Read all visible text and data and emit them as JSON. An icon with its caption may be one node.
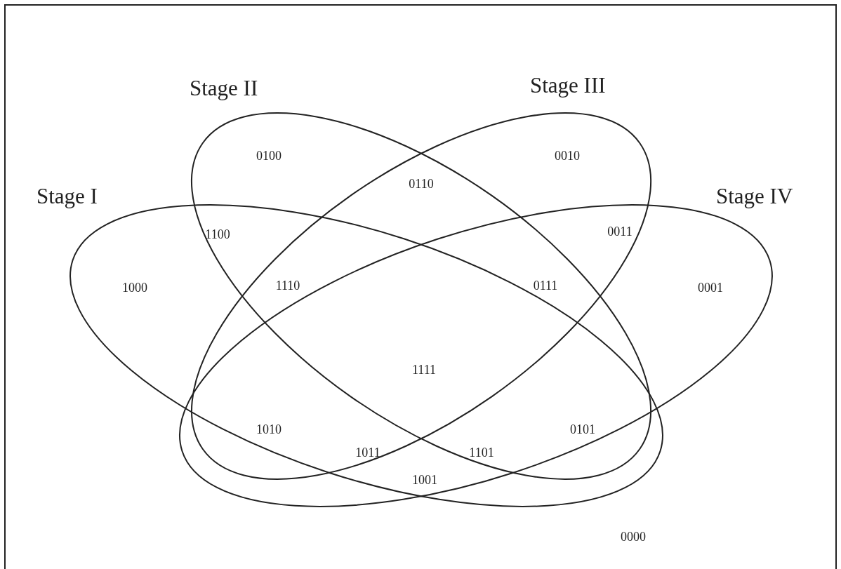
{
  "diagram": {
    "nodes": [
      {
        "text": [
          "Stage I"
        ]
      },
      {
        "text": [
          "Stage II"
        ]
      },
      {
        "text": [
          "Stage III"
        ]
      },
      {
        "text": [
          "Stage IV"
        ]
      }
    ],
    "labels": [
      "0100",
      "0010",
      "0110",
      "1100",
      "0011",
      "1000",
      "1110",
      "0111",
      "0001",
      "1111",
      "1010",
      "0101",
      "1011",
      "1101",
      "1001",
      "0000"
    ]
  }
}
